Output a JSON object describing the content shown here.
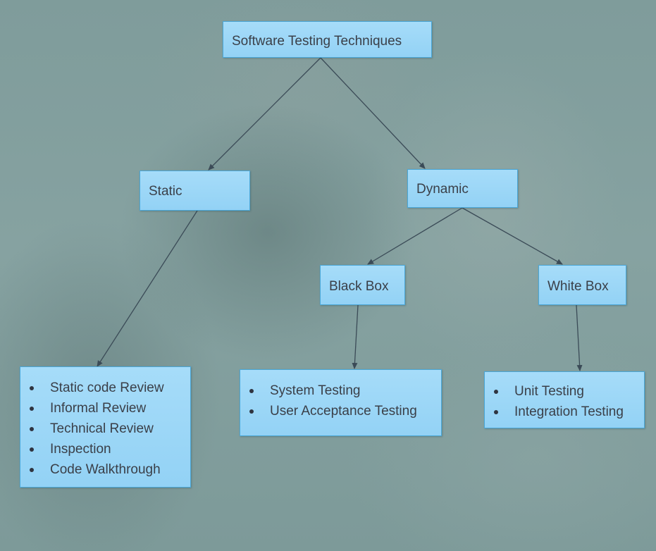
{
  "nodes": {
    "root": "Software Testing Techniques",
    "static": "Static",
    "dynamic": "Dynamic",
    "black_box": "Black Box",
    "white_box": "White Box"
  },
  "lists": {
    "static_items": [
      "Static code Review",
      "Informal Review",
      "Technical Review",
      "Inspection",
      "Code Walkthrough"
    ],
    "black_box_items": [
      "System Testing",
      "User Acceptance Testing"
    ],
    "white_box_items": [
      "Unit Testing",
      "Integration Testing"
    ]
  },
  "colors": {
    "box_fill": "#9fd9f8",
    "box_border": "#4aa7d8",
    "arrow": "#3b4b57",
    "background": "#7e9b9a"
  }
}
